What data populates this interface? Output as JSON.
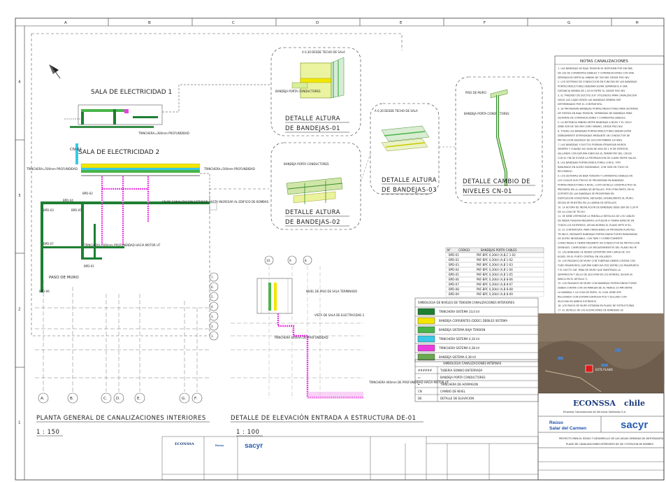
{
  "grid": {
    "columns": [
      "A",
      "B",
      "C",
      "D",
      "E",
      "F",
      "G",
      "H"
    ],
    "rows": [
      "4",
      "3",
      "2",
      "1"
    ]
  },
  "plan": {
    "room1_title": "SALA DE ELECTRICIDAD 1",
    "room2_title": "SALA DE ELECTRICIDAD 2",
    "title": "PLANTA GENERAL DE CANALIZACIONES INTERIORES",
    "scale": "1 : 150",
    "axis_labels": [
      "A.",
      "B.",
      "C.",
      "D.",
      "E.",
      "G.",
      "F."
    ],
    "labels": {
      "trinchera_left": "TRINCHERA=500mm PROFUNDIDAD",
      "trinchera_right": "TRINCHERA=500mm PROFUNDIDAD",
      "trinchera_mid": "TRINCHERA=300mm PROFUNDIDAD HACIA MOTOR UT",
      "trinchera_r1": "TRINCHERA=300mm PROFUNDIDAD",
      "canalizacion": "CN DE CANALIZACION EXTERIOR HASTA INGRESAR AL EDIFICIO DE BOMBAS",
      "paso_muro": "PASO DE MURO",
      "bpd_labels": [
        "BPD-04",
        "BPD-03",
        "BPD-05",
        "BPD-02",
        "BPD-01",
        "BPD-06",
        "BPD-07"
      ]
    }
  },
  "details": {
    "d01": {
      "title_line1": "DETALLE ALTURA",
      "title_line2": "DE BANDEJAS-01",
      "label": "A 0,30 DESDE TECHO DE SALA",
      "tray": "BANDEJA PORTA CONDUCTORES"
    },
    "d02": {
      "title_line1": "DETALLE ALTURA",
      "title_line2": "DE BANDEJAS-02",
      "tray": "BANDEJA PORTA CONDUCTORES"
    },
    "d03": {
      "title_line1": "DETALLE ALTURA",
      "title_line2": "DE BANDEJAS-03",
      "label": "A 0,30 DESDE TECHO DE SALA"
    },
    "cn01": {
      "title_line1": "DETALLE CAMBIO DE",
      "title_line2": "NIVELES CN-01",
      "label1": "PISO DE MURO",
      "label2": "BANDEJA PORTA CONDUCTORES"
    }
  },
  "elevation": {
    "title": "DETALLE DE ELEVACIÓN ENTRADA A ESTRUCTURA DE-01",
    "scale": "1 : 100",
    "labels": {
      "nivel_piso": "NIVEL DE PISO DE SALA TERMINADO",
      "vista": "VISTA DE SALA DE ELECTRICIDAD 2",
      "trinchera1": "TRINCHERA 400mm DE PROFUNDIDAD",
      "trinchera2": "TRINCHERA 400mm DE PROFUNDIDAD HACIA MOTOR UT"
    },
    "circle_labels": [
      "10.",
      "9.",
      "8.",
      "7.",
      "6.",
      "5.",
      "4.",
      "3.",
      "2.",
      "1."
    ]
  },
  "notes": {
    "title": "NOTAS CANALIZACIONES",
    "lines": [
      "1. LAS BANDEJAS DE BAJA TENSION SE DISPONEN POR ENCIMA",
      "DE LAS DE CORRIENTES DEBILES Y COMUNICACIONES CON UNA",
      "SEPARACION VERTICAL MINIMA DE 300 MM. DESDE PISO NIV",
      "2. LOS SISTEMAS DE CONDUCCION EN FUNCION DE LAS BANDEJAS",
      "PORTACONDUCTORES DEBERAN ESTAR SEPARADOS A UNA",
      "DISTANCIA MINIMA DE 1,50 M ENTRE SI, DESDE PISO NIV",
      "3. EL TRAZADO DE DUCTOS SUT UTILIZADOS PARA CANALIZACION",
      "HACIA LAS CAJAS DESDE LAS BANDEJAS DEBERA SER",
      "DETERMINADO POR EL CONTRATISTA.",
      "4. SE PROVEERAN BANDEJAS PORTACONDUCTORES PARA SISTEMAS",
      "DE FUERZA EN BAJA TENSION, SEPARADAS DE BANDEJAS PARA",
      "SISTEMAS DE COMUNICACIONES Y CORRIENTES DEBILES.",
      "5. LA DISTANCIA MINIMA ENTRE BANDEJAS A NIVEL Y EL CIELO",
      "DEBE SER DE 300 MM COMO MINIMO, DESDE PISO NIV.",
      "6. TODAS LAS BANDEJAS PORTACONDUCTORES DEBEN ESTAR",
      "DEBIDAMENTE ATERRIZADAS MEDIANTE UN CONDUCTOR DE",
      "PROTECCION DESNUDO DE SECCION MINIMA 2/0 AWG.",
      "7. LAS BANDEJAS Y DUCTOS PODRAN ATRAVESAR MUROS",
      "SIEMPRE Y CUANDO NO SEAN DE MAS DE 1 M DE ESPESOR,",
      "SELLANDO CON ESPUMA IGNIFUGA EL PERIMETRO DEL CRUCE",
      "CON EL FIN DE EVITAR LA PROPAGACION DE LLAMA ENTRE SALAS.",
      "8. LAS BANDEJAS PORTACONDUCTORES CON EL TIPO",
      "RANURADO EN ACERO INOXIDABLE, CON TAPA EN TODO SU",
      "RECORRIDO.",
      "9. LOS SISTEMAS DE BAJA TENSION Y CORRIENTES DEBILES EN",
      "LOS CUALES ELECTRICOS SE PROVEERAN EN BANDEJAS",
      "PORTACONDUCTORES A NIVEL, CUYO DETALLE CONSTRUCTIVO SE",
      "PRESENTA EN LA LAMINA DE DETALLES. POR OTRA PARTE, EN EL",
      "SOPORTE DE LAS BANDEJAS SE PROVEERAN EN",
      "DISPOSICION HORIZONTAL ADOSADA LATERALMENTE AL MURO,",
      "SEGUN SE MUESTRA EN LA LAMINA DE DETALLES.",
      "10. LA ALTURA DE INSTALACION DE BANDEJAS DEBE SER DE 0,30 M",
      "DE LA LOSA DE TECHO.",
      "11. SE DEBE ATERRIZAR LA PANTALLA METALICA DE LOS CABLES",
      "DE MEDIA TENSION MEDIANTE LA PUESTA A TIERRA DIRECTA EN",
      "TODOS LOS EXTREMOS, SEGUN NORMA EL PLANO NPTE N°42.",
      "12. EL CONTRATISTA, PARA TRINCHERAS SE PROVEERA PLAN PSS",
      "TECNICO, MEDIANTE BANDEJAS PORTACONDUCTORES RANURADAS",
      "DE ACERO INOXIDABLE, CON TAPA Y CORRECTAMENTE",
      "CONECTADAS A TIERRA MEDIANTE UN CONDUCTOR DE PROTECCION",
      "DESNUDO, CUMPLIENDO LOS REQUERIMIENTOS DEL PLANO NIV N°",
      "13. LAS BANDEJAS SE DEBEN SOPORTAR UNA CARGA DE 150",
      "KG/M2, EN EL PUNTO CENTRAL EN VOLADIZO.",
      "14. LOS PASADOS DE MURO CON TUBERIAS DEBEN CONTAR CON",
      "TUBO PASAMUROS, ESPUMA IGNIFUGA PCD ENTRE LOS PASAMUROS",
      "Y EL DUCTO SAT. PARA DE MURO QUE MANTENGA LA",
      "SEPARACION Y SELLO DE SILICONA EN LOS BORDES, SEGUN SE",
      "INDICA EN EL DETALLE 3.",
      "15. LOS PASADOS DE MURO CON BANDEJAS PORTACONDUCTORES",
      "DEBEN CONTAR CON UN MARGEN DE AL MENOS 20 MM ENTRE",
      "LA BANDEJA Y LA LOSA DE MURO, EL CUAL DEBE SER",
      "RELLENADO CON ESPUMA IGNIFUGA PCD Y SELLADO CON",
      "SILICONA EN AMBOS EXTREMOS.",
      "16. LOS PASOS DE MURO ESTARAN EN PLANO DE ESTRUCTURAS.",
      "17. EL DETALLE DE LAS ELEVACIONES DE BANDEJAS SE",
      "ENCUENTRA EN EL DOCUMENTO PLANO DE DETALLES."
    ]
  },
  "tray_table": {
    "headers": [
      "N°",
      "CODIGO",
      "BANDEJAS PORTA CABLES"
    ],
    "rows": [
      [
        "BPD-01",
        "PKF-BPC 0,30kV (A,B,C 1-02"
      ],
      [
        "BPD-02",
        "PKF-BPC 0,30kV (A,B 1-02"
      ],
      [
        "BPD-03",
        "PKF-BPC 0,30kV (A,B 1-03"
      ],
      [
        "BPD-04",
        "PKF-BPC 0,30kV (A,B 1-04"
      ],
      [
        "BPD-05",
        "PKF-BPC 0,30kV (A,B 1-05"
      ],
      [
        "BPD-06",
        "PKF-BPC 0,30kV (A,B 8-06"
      ],
      [
        "BPD-07",
        "PKF-BPC 0,30kV (A,B 8-07"
      ],
      [
        "BPD-08",
        "PKF-BPC 0,30kV (A,B 8-08"
      ],
      [
        "BPD-09",
        "PKF-BPC 0,30kV (A,B 8-09"
      ]
    ]
  },
  "legend_levels": {
    "title": "SIMBOLOGIA DE NIVELES DE TENSION CANALIZACIONES INTERIORES",
    "items": [
      {
        "color": "#1e7f32",
        "label": "TRINCHERA SISTEMA 33,0 kV"
      },
      {
        "color": "#f2e600",
        "label": "BANDEJA CORRIENTES (DDDC) DEBILES SISTEMA"
      },
      {
        "color": "#49b54a",
        "label": "BANDEJA SISTEMA BAJA TENSION"
      },
      {
        "color": "#39c9e6",
        "label": "TRINCHERA SISTEMA 4,16 kV"
      },
      {
        "color": "#e83ee0",
        "label": "TRINCHERA SISTEMA 0,38 kV"
      },
      {
        "color": "#6aa84f",
        "label": "BANDEJA SISTEMA 0,38 kV"
      }
    ]
  },
  "legend_symbols": {
    "title": "SIMBOLOGIA CANALIZACIONES INTERNAS",
    "items": [
      {
        "sym": "######",
        "label": "TUBERIA SONNIO ENTERRADA"
      },
      {
        "sym": "▭",
        "label": "BANDEJA PORTA CONDUCTORES"
      },
      {
        "sym": "═",
        "label": "TRINCHERA DE HORMIGON"
      },
      {
        "sym": "CN",
        "label": "CAMBIO DE NIVEL"
      },
      {
        "sym": "DE",
        "label": "DETALLE DE ELEVACION"
      }
    ]
  },
  "map_label": "ESTE PLANO",
  "title_block": {
    "client": "ECONSSA",
    "client_suffix": "chile",
    "client_sub": "Empresa Concesionaria de Servicios Sanitarios S.A.",
    "partner1_line1": "Reúso",
    "partner1_line2": "Salar del Carmen",
    "partner2": "sacyr",
    "project": "PROYECTO PARA EL REUSO Y DESARROLLO DE LAS AGUAS SERVIDAS DE ANTOFAGASTA",
    "drawing": "PLANO DE CANALIZACIONES INTERIORES DE S/E Y ESTACION DE BOMBEO"
  },
  "colors": {
    "green": "#1e7f32",
    "light_green": "#49b54a",
    "yellow": "#f2e600",
    "cyan": "#39c9e6",
    "magenta": "#e83ee0",
    "dark_green": "#2f6e2f"
  }
}
